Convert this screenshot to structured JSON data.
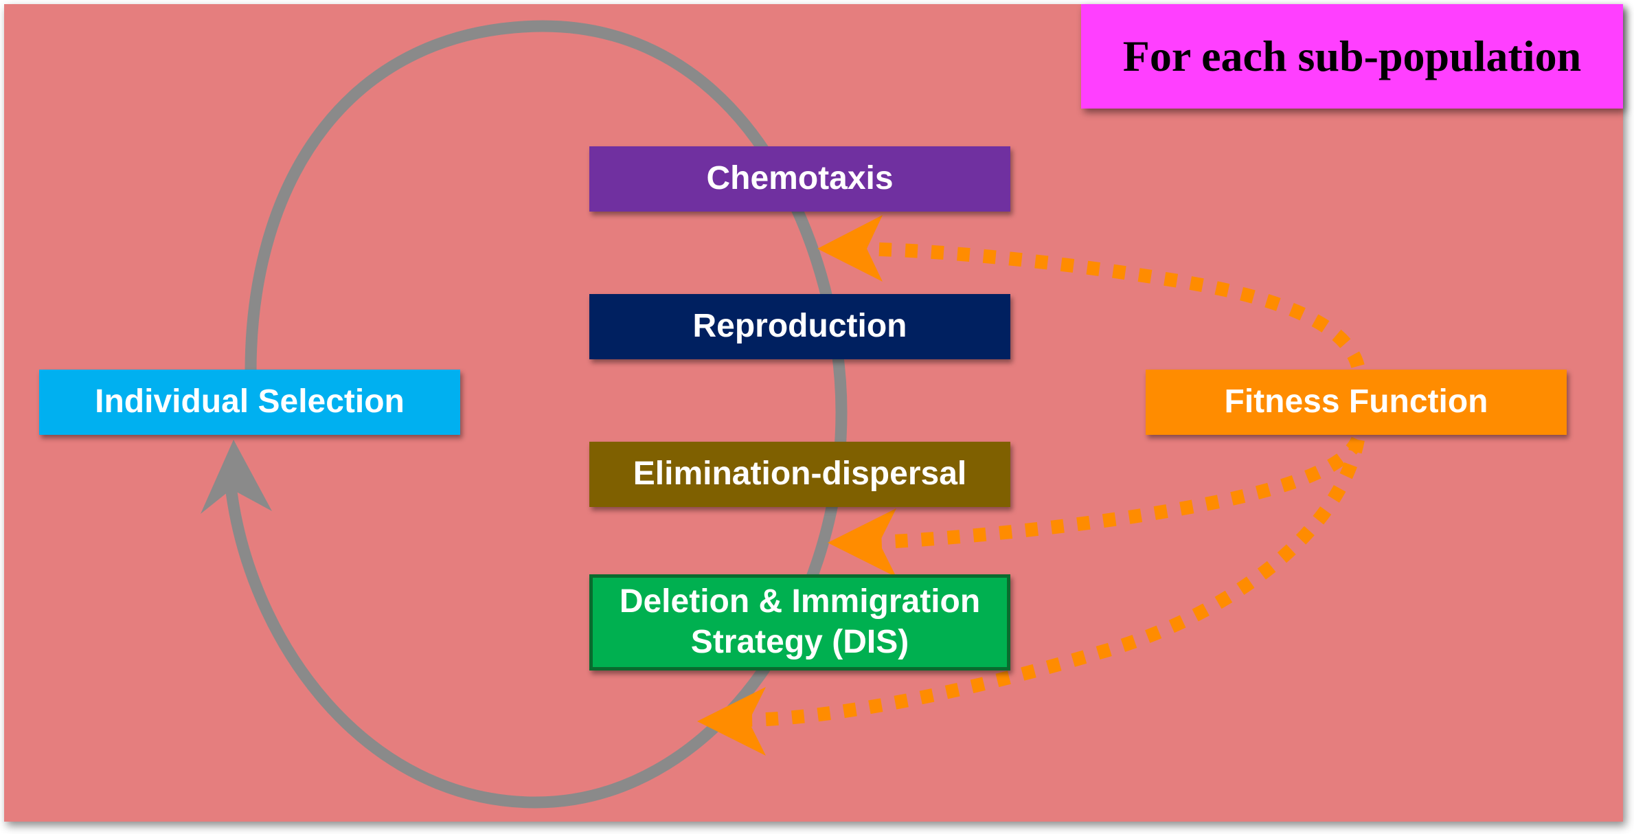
{
  "header": {
    "label": "For each sub-population"
  },
  "steps": {
    "chemotaxis": "Chemotaxis",
    "reproduction": "Reproduction",
    "elimination": "Elimination-dispersal",
    "dis_line1": "Deletion & Immigration",
    "dis_line2": "Strategy (DIS)"
  },
  "nodes": {
    "selection": "Individual Selection",
    "fitness": "Fitness Function"
  },
  "colors": {
    "background": "#e57e7e",
    "chemotaxis": "#7030a0",
    "reproduction": "#002060",
    "elimination": "#7f6000",
    "dis": "#00b050",
    "selection": "#00b0f0",
    "fitness": "#ff8c00",
    "subpop": "#ff3fff",
    "cycle_arrow": "#8a8a8a",
    "fitness_arrows": "#ff8c00"
  }
}
